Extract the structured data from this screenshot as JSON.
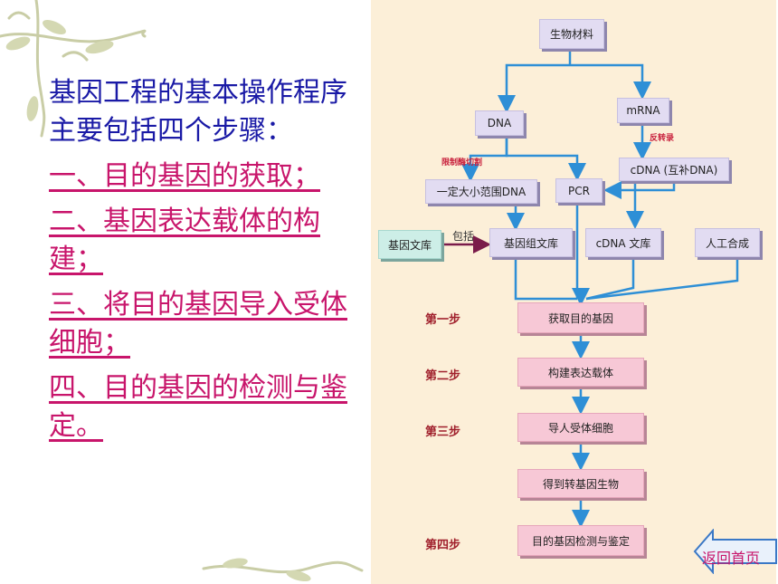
{
  "left": {
    "intro": "基因工程的基本操作程序主要包括四个步骤：",
    "steps": [
      "一、目的基因的获取；",
      "二、基因表达载体的构建；",
      "三、将目的基因导入受体细胞；",
      "四、目的基因的检测与鉴定。"
    ]
  },
  "flow": {
    "bio_material": "生物材料",
    "dna": "DNA",
    "mrna": "mRNA",
    "reverse_transcription": "反转录",
    "restriction_cut": "限制酶切割",
    "fragment_dna": "一定大小范围DNA",
    "pcr": "PCR",
    "cdna": "cDNA (互补DNA)",
    "gene_library": "基因文库",
    "include": "包括",
    "genomic_library": "基因组文库",
    "cdna_library": "cDNA 文库",
    "synthesis": "人工合成",
    "step_labels": [
      "第一步",
      "第二步",
      "第三步",
      "第四步"
    ],
    "step_boxes": [
      "获取目的基因",
      "构建表达载体",
      "导人受体细胞",
      "得到转基因生物",
      "目的基因检测与鉴定"
    ]
  },
  "nav": {
    "back_home": "返回首页"
  },
  "colors": {
    "arrow": "#2e8fd6",
    "step_text": "#c8156b",
    "intro_text": "#1a1aa6",
    "panel_bg": "#fcefd8"
  }
}
